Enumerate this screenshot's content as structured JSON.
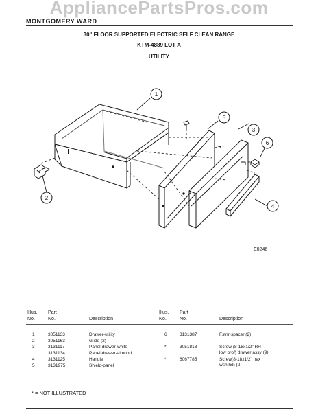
{
  "watermark": "AppliancePartsPros.com",
  "header": {
    "brand": "MONTGOMERY WARD",
    "title_line1": "30\" FLOOR SUPPORTED ELECTRIC SELF CLEAN RANGE",
    "title_line2": "KTM-4889 LOT A",
    "title_line3": "UTILITY"
  },
  "figure": {
    "code": "E0246",
    "callouts": [
      "1",
      "2",
      "3",
      "4",
      "5",
      "6"
    ]
  },
  "table": {
    "headers": {
      "illus": "Illus.",
      "no": "No.",
      "part": "Part",
      "desc": "Description"
    },
    "left": [
      {
        "illus": "1",
        "part": "3051133",
        "desc": "Drawer-utility"
      },
      {
        "illus": "2",
        "part": "3051163",
        "desc": "Glide (2)"
      },
      {
        "illus": "3",
        "part": "3131117",
        "desc": "Panel-drawer-white"
      },
      {
        "illus": "",
        "part": "3131134",
        "desc": "Panel-drawer-almond"
      },
      {
        "illus": "4",
        "part": "3131125",
        "desc": "Handle"
      },
      {
        "illus": "5",
        "part": "3131975",
        "desc": "Shield-panel"
      }
    ],
    "right": [
      {
        "illus": "6",
        "part": "3131387",
        "desc": "Fstnr-spacer (2)"
      },
      {
        "illus": "*",
        "part": "3051818",
        "desc": "Screw (8-18x1/2\" RH"
      },
      {
        "illus": "",
        "part": "",
        "desc": "low prof) drawer assy (9)"
      },
      {
        "illus": "*",
        "part": "6067785",
        "desc": "Screw(8-18x1/2\" hex"
      },
      {
        "illus": "",
        "part": "",
        "desc": "wsh hd) (2)"
      }
    ]
  },
  "footnote": "* = NOT ILLUSTRATED"
}
